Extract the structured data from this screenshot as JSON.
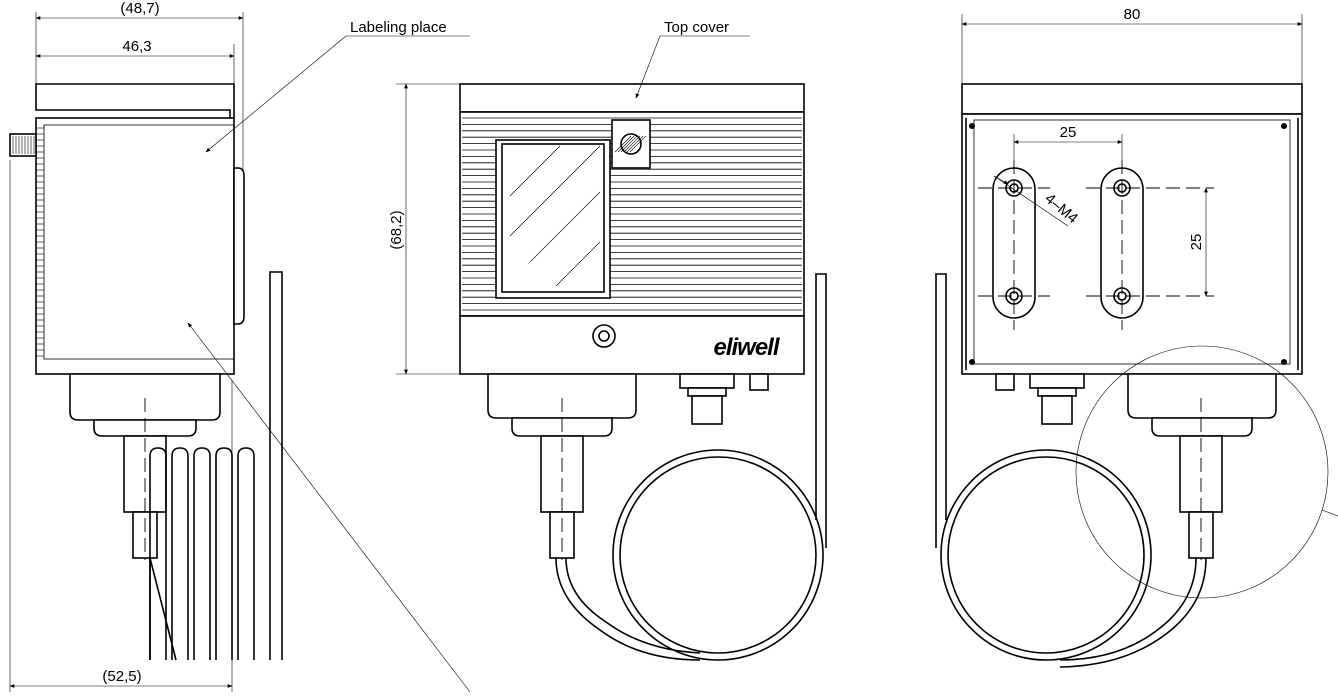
{
  "dimensions": {
    "side_top_outer": "(48,7)",
    "side_top_inner": "46,3",
    "side_bottom": "(52,5)",
    "front_height": "(68,2)",
    "back_width": "80",
    "hole_spacing_h": "25",
    "hole_spacing_v": "25",
    "screws": "4–M4"
  },
  "callouts": {
    "labeling_place": "Labeling place",
    "top_cover": "Top cover"
  },
  "brand": {
    "logo": "eliwell"
  }
}
